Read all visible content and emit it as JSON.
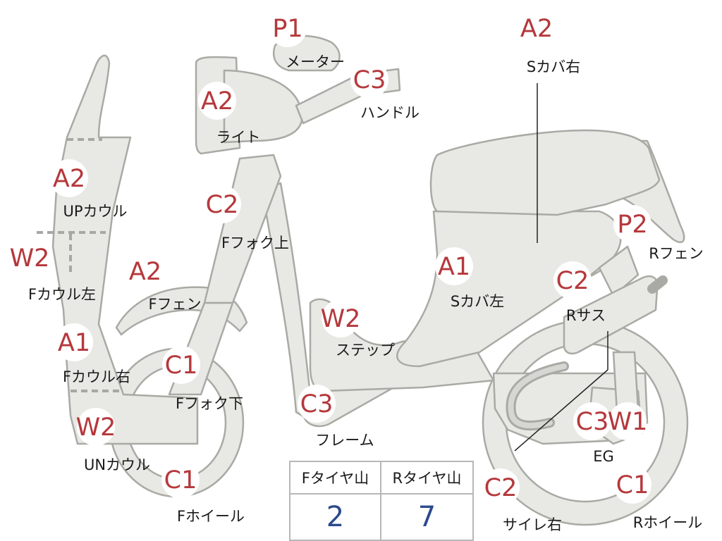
{
  "colors": {
    "rating_text": "#b5383c",
    "tire_value": "#2c4a8c",
    "part_fill": "#e8e8e4",
    "part_outline": "#a9aaa4"
  },
  "callouts": [
    {
      "id": "meter",
      "rating": "P1",
      "label": "メーター"
    },
    {
      "id": "s-cover-right",
      "rating": "A2",
      "label": "Sカバ右"
    },
    {
      "id": "handle",
      "rating": "C3",
      "label": "ハンドル"
    },
    {
      "id": "light",
      "rating": "A2",
      "label": "ライト"
    },
    {
      "id": "up-cowl",
      "rating": "A2",
      "label": "UPカウル"
    },
    {
      "id": "f-fork-upper",
      "rating": "C2",
      "label": "Fフォク上"
    },
    {
      "id": "r-fender",
      "rating": "P2",
      "label": "Rフェン"
    },
    {
      "id": "f-cowl-left",
      "rating": "W2",
      "label": "Fカウル左"
    },
    {
      "id": "f-fender",
      "rating": "A2",
      "label": "Fフェン"
    },
    {
      "id": "s-cover-left",
      "rating": "A1",
      "label": "Sカバ左"
    },
    {
      "id": "r-suspension",
      "rating": "C2",
      "label": "Rサス"
    },
    {
      "id": "step",
      "rating": "W2",
      "label": "ステップ"
    },
    {
      "id": "f-cowl-right",
      "rating": "A1",
      "label": "Fカウル右"
    },
    {
      "id": "f-fork-lower",
      "rating": "C1",
      "label": "Fフォク下"
    },
    {
      "id": "frame",
      "rating": "C3",
      "label": "フレーム"
    },
    {
      "id": "un-cowl",
      "rating": "W2",
      "label": "UNカウル"
    },
    {
      "id": "engine",
      "rating": "C3",
      "rating_b": "W1",
      "label": "EG"
    },
    {
      "id": "f-wheel",
      "rating": "C1",
      "label": "Fホイール"
    },
    {
      "id": "muffler-right",
      "rating": "C2",
      "label": "サイレ右"
    },
    {
      "id": "r-wheel",
      "rating": "C1",
      "label": "Rホイール"
    }
  ],
  "tire_table": {
    "headers": [
      "Fタイヤ山",
      "Rタイヤ山"
    ],
    "values": [
      "2",
      "7"
    ]
  }
}
